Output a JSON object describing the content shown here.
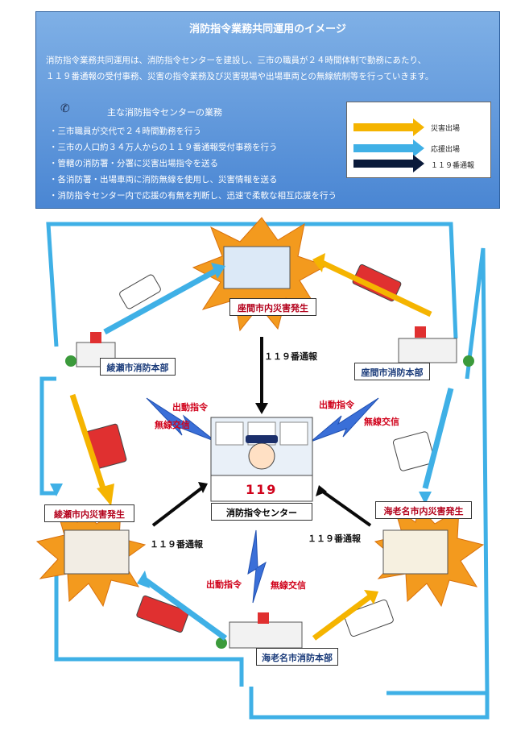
{
  "panel": {
    "title": "消防指令業務共同運用のイメージ",
    "desc1": "消防指令業務共同運用は、消防指令センターを建設し、三市の職員が２４時間体制で勤務にあたり、",
    "desc2": "１１９番通報の受付事務、災害の指令業務及び災害現場や出場車両との無線統制等を行っていきます。",
    "duties_title": "主な消防指令センターの業務",
    "bullets": [
      "・三市職員が交代で２４時間勤務を行う",
      "・三市の人口約３４万人からの１１９番通報受付事務を行う",
      "・管轄の消防署・分署に災害出場指令を送る",
      "・各消防署・出場車両に消防無線を使用し、災害情報を送る",
      "・消防指令センター内で応援の有無を判断し、迅速で柔軟な相互応援を行う"
    ]
  },
  "legend": {
    "items": [
      {
        "label": "災害出場",
        "color": "#f5b400"
      },
      {
        "label": "応援出場",
        "color": "#3fb0e6"
      },
      {
        "label": "１１９番通報",
        "color": "#0a1a3a"
      }
    ]
  },
  "nodes": {
    "disaster_zama": "座間市内災害発生",
    "disaster_ayase": "綾瀬市内災害発生",
    "disaster_ebina": "海老名市内災害発生",
    "hq_ayase": "綾瀬市消防本部",
    "hq_zama": "座間市消防本部",
    "hq_ebina": "海老名市消防本部",
    "center": "消防指令センター",
    "center_sign": "119"
  },
  "labels": {
    "call_top": "１１９番通報",
    "call_left": "１１９番通報",
    "call_right": "１１９番通報",
    "dispatch_left": "出動指令",
    "dispatch_right": "出動指令",
    "dispatch_bottom": "出動指令",
    "radio_left": "無線交信",
    "radio_right": "無線交信",
    "radio_bottom": "無線交信"
  },
  "colors": {
    "disaster": "#f5b400",
    "support": "#3fb0e6",
    "call": "#0a1a3a",
    "radio": "#3a6fd8",
    "burst": "#f39a1e"
  }
}
